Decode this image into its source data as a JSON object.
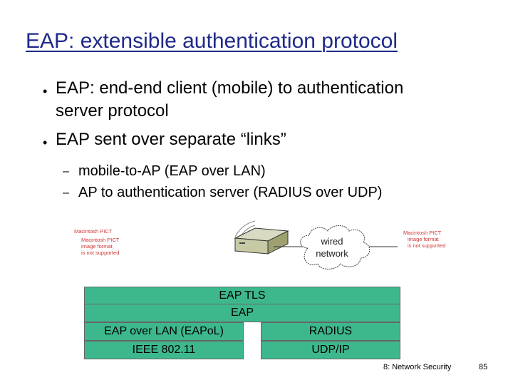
{
  "title": "EAP: extensible authentication protocol",
  "bullets": [
    {
      "line1": "EAP: end-end client (mobile) to authentication",
      "line2": "server protocol"
    },
    {
      "line1": "EAP sent over separate “links”"
    }
  ],
  "sub_bullets": [
    "mobile-to-AP (EAP over LAN)",
    "AP to authentication server (RADIUS over UDP)"
  ],
  "bullet_symbol": "•",
  "dash_symbol": "–",
  "diagram": {
    "left_pict": [
      "Macintosh PICT",
      "Macintosh PICT",
      "image format",
      "is not supported"
    ],
    "right_pict": [
      "Macintosh PICT",
      "image format",
      "is not supported"
    ],
    "cloud_label": [
      "wired",
      "network"
    ],
    "stack": {
      "eap_tls": "EAP TLS",
      "eap": "EAP",
      "eapol": "EAP over LAN (EAPoL)",
      "ieee": "IEEE 802.11",
      "radius": "RADIUS",
      "udpip": "UDP/IP"
    }
  },
  "footer": {
    "section": "8: Network Security",
    "page": "85"
  },
  "colors": {
    "title": "#1f2a8a",
    "stack_fill": "#3db88d",
    "pict_text": "#cc3333"
  }
}
